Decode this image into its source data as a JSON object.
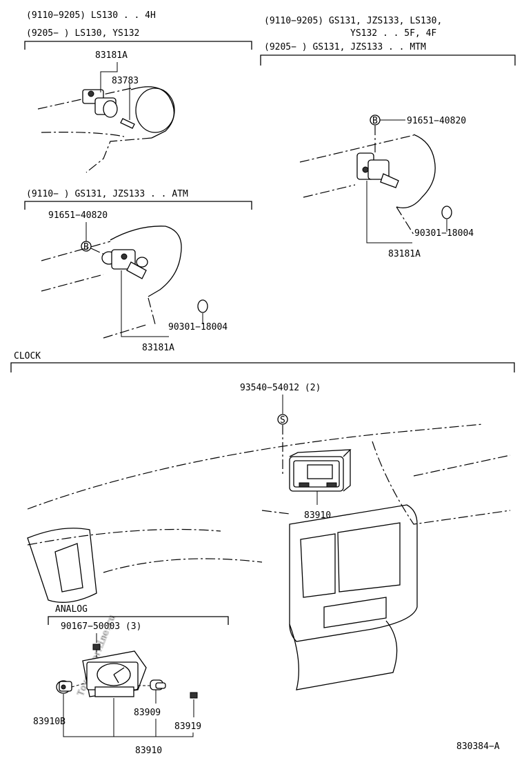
{
  "watermark": "ToyotaCarMine.ru",
  "sections": {
    "top_left": {
      "lines": [
        "(9110−9205) LS130 . . 4H",
        "(9205−         ) LS130, YS132"
      ],
      "parts": {
        "sensor": "83181A",
        "bulb": "83783"
      }
    },
    "top_right": {
      "lines": [
        "(9110−9205) GS131, JZS133, LS130,",
        "YS132 . . 5F, 4F",
        "(9205−         ) GS131, JZS133 . . MTM"
      ],
      "parts": {
        "bolt_marker": "B",
        "bolt": "91651−40820",
        "oring": "90301−18004",
        "sensor": "83181A"
      }
    },
    "mid_left": {
      "lines": [
        "(9110−         ) GS131, JZS133 . . ATM"
      ],
      "parts": {
        "bolt": "91651−40820",
        "bolt_marker": "B",
        "oring": "90301−18004",
        "sensor": "83181A"
      }
    },
    "clock": {
      "title": "CLOCK",
      "parts": {
        "screw": "93540−54012 (2)",
        "screw_marker": "S",
        "clock": "83910"
      }
    },
    "analog": {
      "title": "ANALOG",
      "parts": {
        "screw": "90167−50003 (3)",
        "socket": "83910B",
        "bulb": "83909",
        "bulb2": "83919",
        "clock": "83910"
      }
    }
  },
  "diagram_code": "830384−A"
}
